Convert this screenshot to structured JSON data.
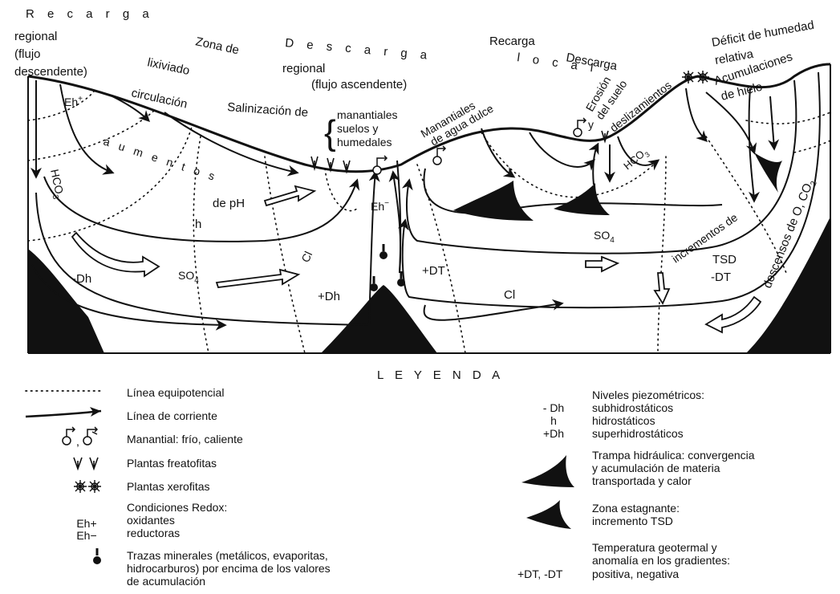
{
  "diagram": {
    "labels": {
      "recarga_regional": "R e c a r g a",
      "regional": "regional",
      "flujo": "(flujo",
      "descendente": "descendente)",
      "zona_de": "Zona de",
      "lixiviado": "lixiviado",
      "circulacion": "circulación",
      "descarga": "D e s c a r g a",
      "descarga_regional": "regional",
      "flujo_ascendente": "(flujo ascendente)",
      "salinizacion": "Salinización de",
      "manantiales": "manantiales",
      "suelos_y": "suelos y",
      "humedales": "humedales",
      "manantiales_dulce_1": "Manantiales",
      "manantiales_dulce_2": "de agua dulce",
      "recarga_local_1": "Recarga",
      "recarga_local_2": "l o c a l",
      "descarga_local": "Descarga",
      "erosion_1": "Erosión",
      "erosion_2": "del suelo",
      "deslizamientos": "deslizamientos",
      "y": "y",
      "deficit_1": "Déficit de humedad",
      "deficit_2": "relativa",
      "acumulaciones_1": "Acumulaciones",
      "acumulaciones_2": "de hielo",
      "aumentos_ph_1": "a u m e n t o s",
      "aumentos_ph_2": "de pH",
      "eh_plus": "Eh",
      "eh_minus": "Eh",
      "hco3_left": "HCO",
      "hco3_sub": "3",
      "hco3_right": "HCO",
      "h": "h",
      "minus_dh": "-Dh",
      "so4_left": "SO",
      "so4_sub": "4",
      "so4_right": "SO",
      "cl_mid": "Cl",
      "cl_right": "Cl",
      "plus_dh": "+Dh",
      "plus_dt": "+DT",
      "minus_dt": "-DT",
      "incrementos_1": "incrementos de",
      "incrementos_2": "TSD",
      "descensos": "descensos de O, CO",
      "descensos_sub": "2",
      "incrementos_tsd_rot": "incrementos de"
    }
  },
  "legend": {
    "title": "L E Y E N D A",
    "left_items": [
      {
        "symbol": "dotted-line",
        "text": "Línea equipotencial"
      },
      {
        "symbol": "arrow-line",
        "text": "Línea de corriente"
      },
      {
        "symbol": "spring",
        "text": "Manantial: frío, caliente"
      },
      {
        "symbol": "phreatophyte",
        "text": "Plantas freatofitas"
      },
      {
        "symbol": "xerophyte",
        "text": "Plantas xerofitas"
      }
    ],
    "redox": {
      "title": "Condiciones Redox:",
      "sym_plus": "Eh+",
      "sym_minus": "Eh−",
      "oxidantes": "oxidantes",
      "reductoras": "reductoras"
    },
    "trazas": {
      "line1": "Trazas minerales (metálicos, evaporitas,",
      "line2": "hidrocarburos) por encima de los valores",
      "line3": "de acumulación"
    },
    "niveles": {
      "title": "Niveles piezométricos:",
      "sym1": "- Dh",
      "sym2": "h",
      "sym3": "+Dh",
      "t1": "subhidrostáticos",
      "t2": "hidrostáticos",
      "t3": "superhidrostáticos"
    },
    "trampa": {
      "line1": "Trampa hidráulica: convergencia",
      "line2": "y acumulación de materia",
      "line3": "transportada y calor"
    },
    "estagnante": {
      "line1": "Zona estagnante:",
      "line2": "incremento TSD"
    },
    "temperatura": {
      "line1": "Temperatura geotermal y",
      "line2": "anomalía en los gradientes:",
      "sym": "+DT, -DT",
      "line3": "positiva, negativa"
    }
  }
}
